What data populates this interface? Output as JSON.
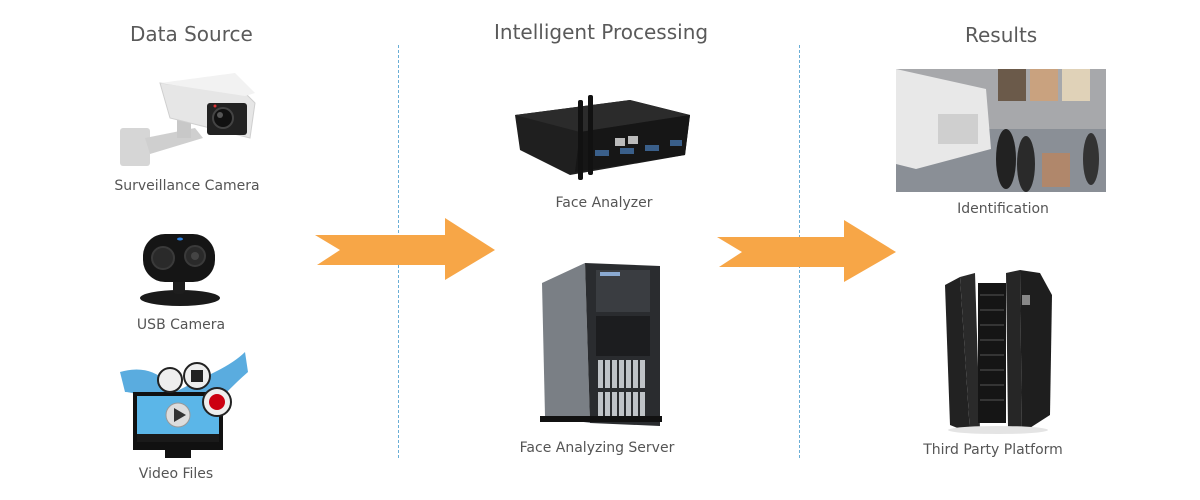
{
  "columns": {
    "source": {
      "heading": "Data Source",
      "items": [
        {
          "label": "Surveillance Camera",
          "icon": "surveillance-camera-icon"
        },
        {
          "label": "USB Camera",
          "icon": "usb-camera-icon"
        },
        {
          "label": "Video Files",
          "icon": "video-files-icon"
        }
      ]
    },
    "processing": {
      "heading": "Intelligent Processing",
      "items": [
        {
          "label": "Face Analyzer",
          "icon": "face-analyzer-icon"
        },
        {
          "label": "Face Analyzing Server",
          "icon": "tower-server-icon"
        }
      ]
    },
    "results": {
      "heading": "Results",
      "items": [
        {
          "label": "Identification",
          "icon": "identification-photo"
        },
        {
          "label": "Third Party Platform",
          "icon": "rack-server-icon"
        }
      ]
    }
  },
  "colors": {
    "arrow": "#f7a647",
    "divider": "#6aaed6",
    "text": "#555555"
  }
}
